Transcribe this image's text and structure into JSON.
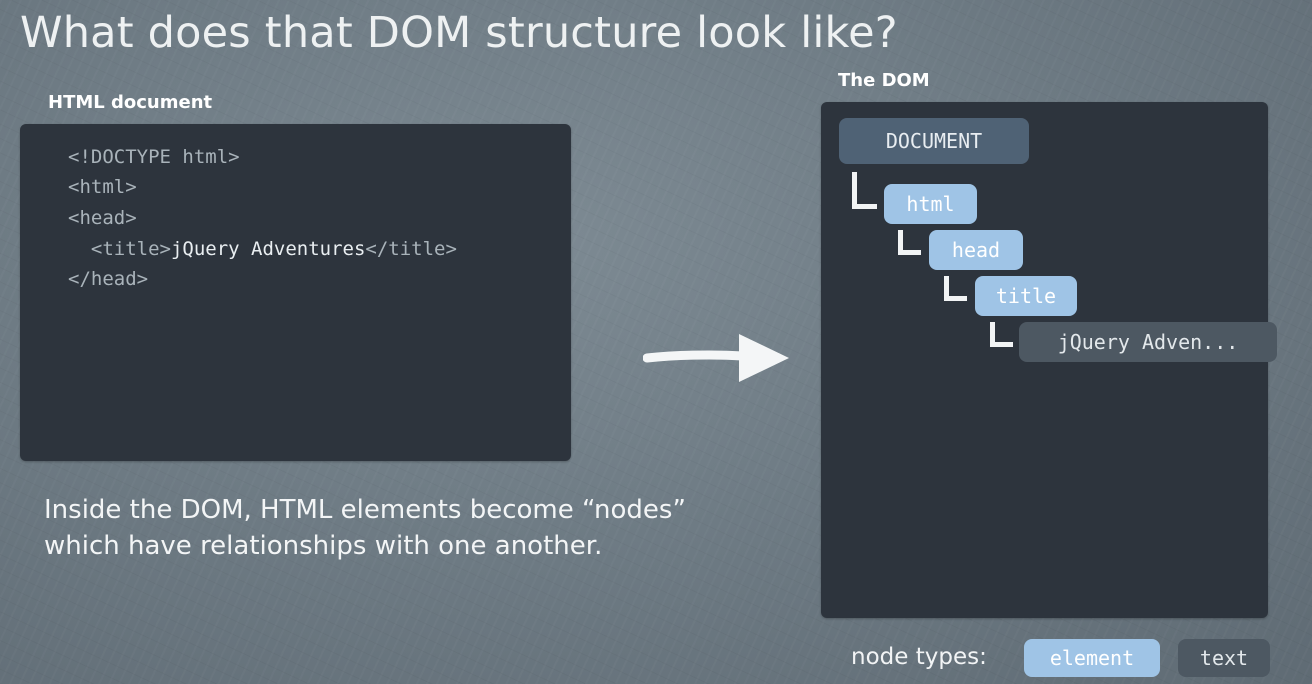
{
  "slide": {
    "title": "What does that DOM structure look like?",
    "caption_line1": "Inside the DOM, HTML elements become “nodes”",
    "caption_line2": "which have relationships with one another."
  },
  "html_panel": {
    "label": "HTML document",
    "lines": [
      {
        "text": "<!DOCTYPE html>"
      },
      {
        "text": "<html>"
      },
      {
        "text": "<head>"
      },
      {
        "prefix": "  <title>",
        "highlight": "jQuery Adventures",
        "suffix": "</title>"
      },
      {
        "text": "</head>"
      }
    ]
  },
  "dom_panel": {
    "label": "The DOM",
    "nodes": {
      "document": "DOCUMENT",
      "html": "html",
      "head": "head",
      "title": "title",
      "text": "jQuery Adven..."
    }
  },
  "legend": {
    "label": "node types:",
    "element": "element",
    "text": "text"
  },
  "colors": {
    "document_node": "#4f6275",
    "element_node": "#9fc4e6",
    "text_node": "#4d5862",
    "panel": "#2d343d"
  }
}
